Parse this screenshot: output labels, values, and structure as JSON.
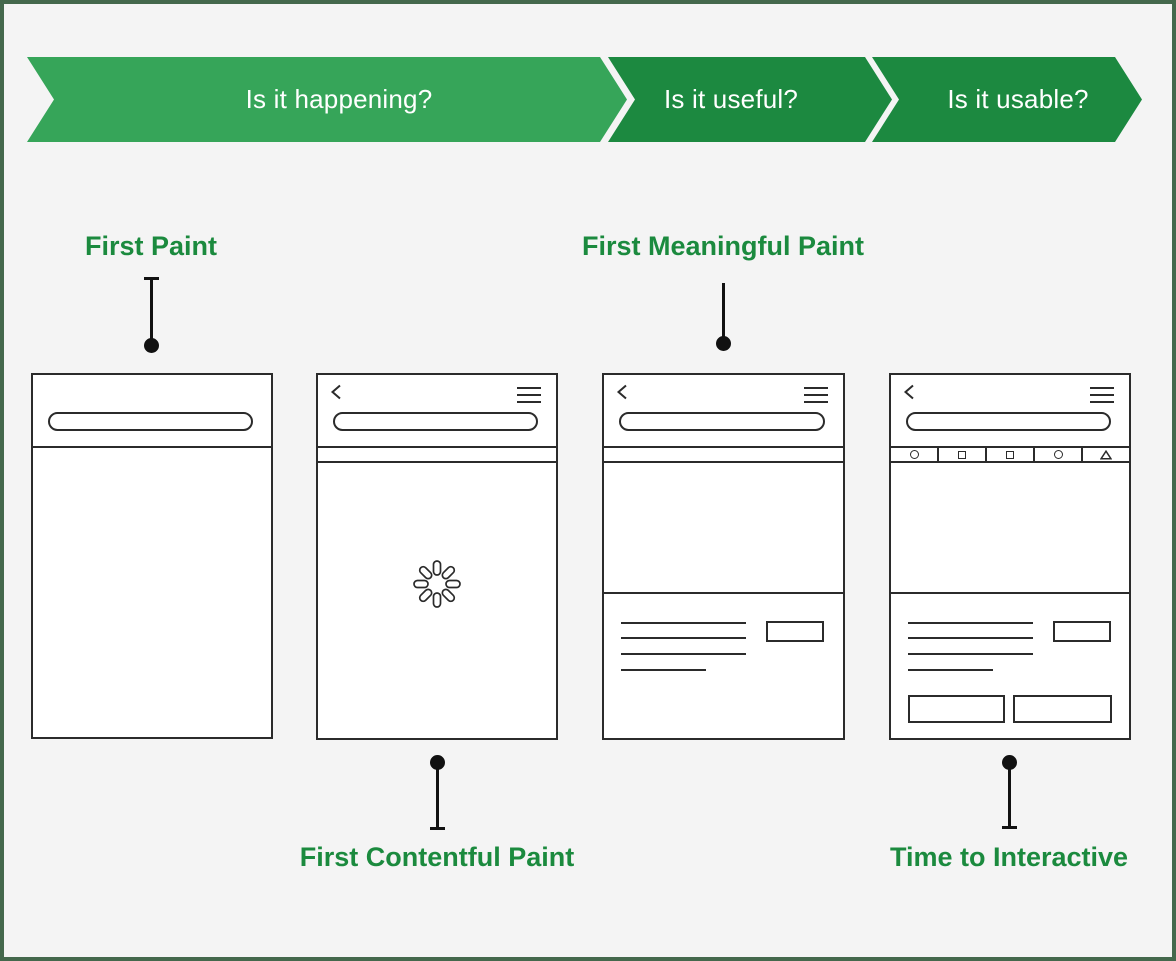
{
  "banner": {
    "segments": [
      {
        "id": "happening",
        "label": "Is it happening?"
      },
      {
        "id": "useful",
        "label": "Is it useful?"
      },
      {
        "id": "usable",
        "label": "Is it usable?"
      }
    ]
  },
  "metrics": {
    "first_paint": {
      "label": "First Paint"
    },
    "first_contentful_paint": {
      "label": "First Contentful Paint"
    },
    "first_meaningful_paint": {
      "label": "First Meaningful Paint"
    },
    "time_to_interactive": {
      "label": "Time to Interactive"
    }
  },
  "phones": [
    {
      "name": "first-paint-frame",
      "header": {
        "back_icon": false,
        "menu_icon": false,
        "search_bar": true
      },
      "body": "blank"
    },
    {
      "name": "first-contentful-paint-frame",
      "header": {
        "back_icon": true,
        "menu_icon": true,
        "search_bar": true
      },
      "body": "loading-spinner"
    },
    {
      "name": "first-meaningful-paint-frame",
      "header": {
        "back_icon": true,
        "menu_icon": true,
        "search_bar": true
      },
      "body": "hero, text lines, button placeholder"
    },
    {
      "name": "time-to-interactive-frame",
      "header": {
        "back_icon": true,
        "menu_icon": true,
        "search_bar": true
      },
      "tab_icons": [
        "circle",
        "square",
        "square",
        "circle",
        "triangle"
      ],
      "body": "hero, text lines, button placeholder, two action buttons"
    }
  ],
  "icons": {
    "back": "back-chevron-icon",
    "menu": "hamburger-menu-icon",
    "spinner": "loading-spinner-icon",
    "tabs": [
      "circle-icon",
      "square-icon",
      "square-icon",
      "circle-icon",
      "triangle-icon"
    ]
  },
  "colors": {
    "background": "#f4f4f4",
    "frame_border": "#44684c",
    "banner_green_light": "#36a559",
    "banner_green_dark": "#1c8940",
    "label_green": "#1b8a3e",
    "wireframe_stroke": "#2b2b2b",
    "connector_black": "#111111"
  }
}
